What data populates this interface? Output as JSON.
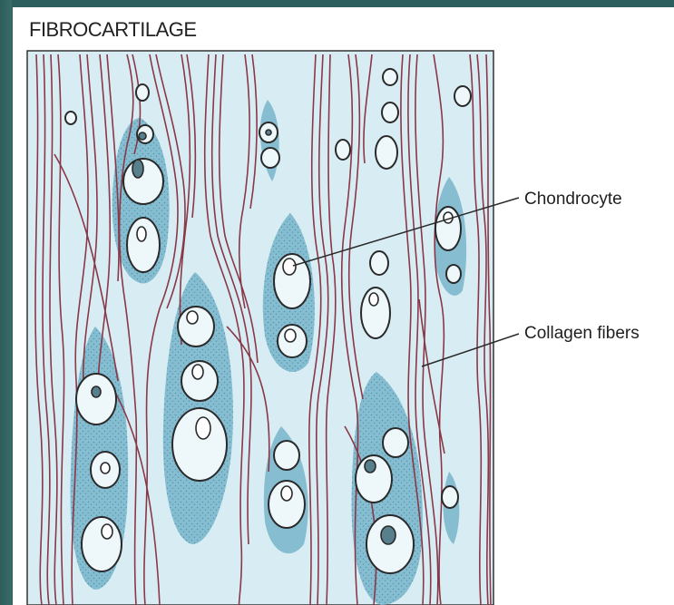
{
  "title": "FIBROCARTILAGE",
  "labels": {
    "chondrocyte": "Chondrocyte",
    "collagen_fibers": "Collagen fibers"
  },
  "colors": {
    "fiber": "#8a3747",
    "matrix": "#d6ecf2",
    "lacuna": "#7fb7c9",
    "cell_outline": "#2a2a2a",
    "frame": "#2c5f5e"
  }
}
